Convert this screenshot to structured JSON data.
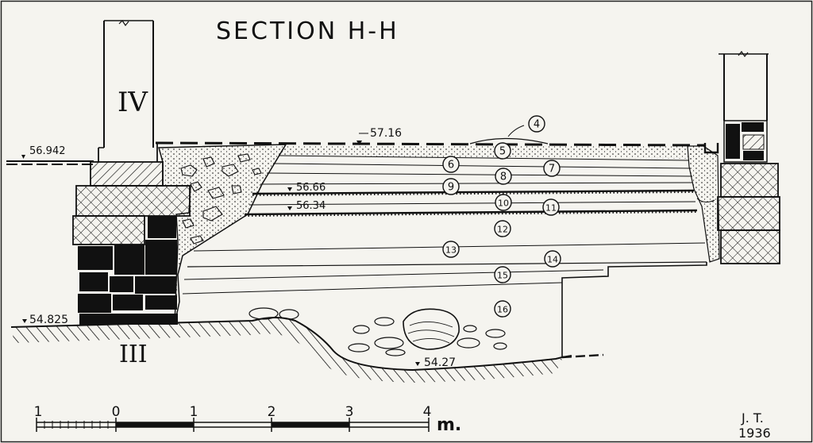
{
  "title": "SECTION H-H",
  "phases": {
    "upper": "IV",
    "lower": "III"
  },
  "elevations": {
    "top_surface": "57.16",
    "left_level": "56.942",
    "layer_a": "56.66",
    "layer_b": "56.34",
    "base_left": "54.825",
    "pit_bottom": "54.27"
  },
  "layer_numbers": [
    "4",
    "5",
    "6",
    "7",
    "8",
    "9",
    "10",
    "11",
    "12",
    "13",
    "14",
    "15",
    "16"
  ],
  "scale": {
    "ticks": [
      "1",
      "0",
      "1",
      "2",
      "3",
      "4"
    ],
    "unit": "m."
  },
  "signature": {
    "initials": "J. T.",
    "year": "1936"
  },
  "colors": {
    "ink": "#111111",
    "paper": "#f5f4ef"
  }
}
